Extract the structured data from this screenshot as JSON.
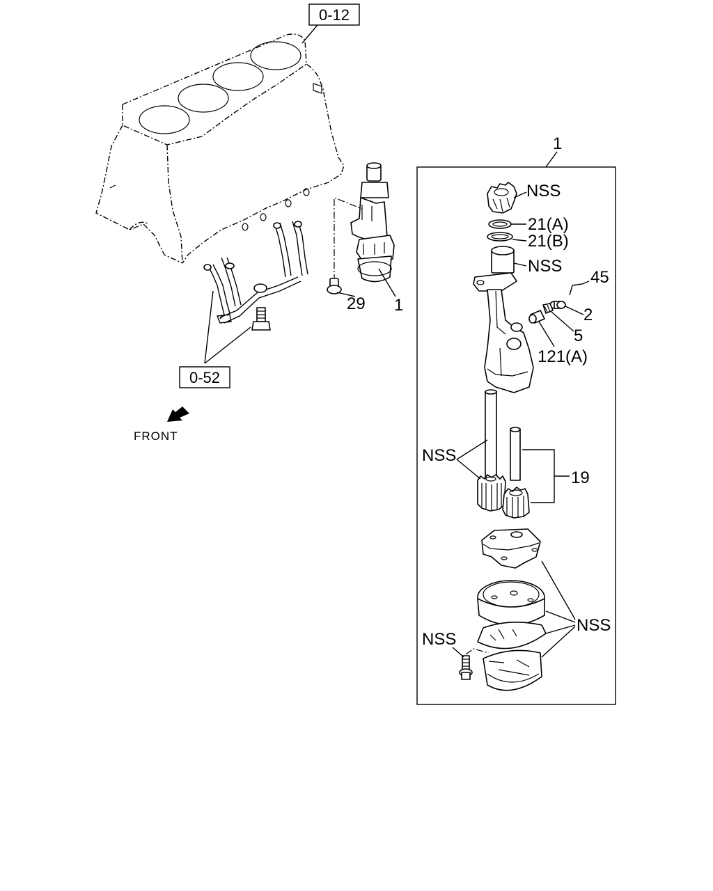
{
  "refs": {
    "top_ref": "0-12",
    "bottom_ref": "0-52"
  },
  "front_label": "FRONT",
  "callouts": {
    "pump_assy_left": "1",
    "pump_assy_box": "1",
    "bolt": "29",
    "nss_gear": "NSS",
    "ring_a": "21(A)",
    "ring_b": "21(B)",
    "nss_body": "NSS",
    "pin": "45",
    "plug": "2",
    "spring": "5",
    "valve": "121(A)",
    "nss_shaft": "NSS",
    "gear_set": "19",
    "nss_cover": "NSS",
    "nss_screw": "NSS"
  }
}
